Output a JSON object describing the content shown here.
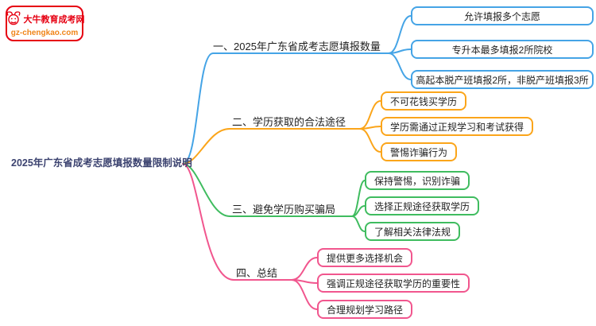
{
  "logo": {
    "title": "大牛教育成考网",
    "url": "gz-chengkao.com"
  },
  "mindmap": {
    "root": "2025年广东省成考志愿填报数量限制说明",
    "branches": [
      {
        "label": "一、2025年广东省成考志愿填报数量",
        "color": "blue",
        "children": [
          "允许填报多个志愿",
          "专升本最多填报2所院校",
          "高起本脱产班填报2所，非脱产班填报3所"
        ]
      },
      {
        "label": "二、学历获取的合法途径",
        "color": "orange",
        "children": [
          "不可花钱买学历",
          "学历需通过正规学习和考试获得",
          "警惕诈骗行为"
        ]
      },
      {
        "label": "三、避免学历购买骗局",
        "color": "green",
        "children": [
          "保持警惕，识别诈骗",
          "选择正规途径获取学历",
          "了解相关法律法规"
        ]
      },
      {
        "label": "四、总结",
        "color": "pink",
        "children": [
          "提供更多选择机会",
          "强调正规途径获取学历的重要性",
          "合理规划学习路径"
        ]
      }
    ]
  },
  "colors": {
    "blue": "#45A4E6",
    "orange": "#FBA51A",
    "green": "#3FBC5F",
    "pink": "#F1568E",
    "logo_red": "#E60012",
    "logo_orange": "#F08519",
    "root_text": "#3C4370"
  }
}
